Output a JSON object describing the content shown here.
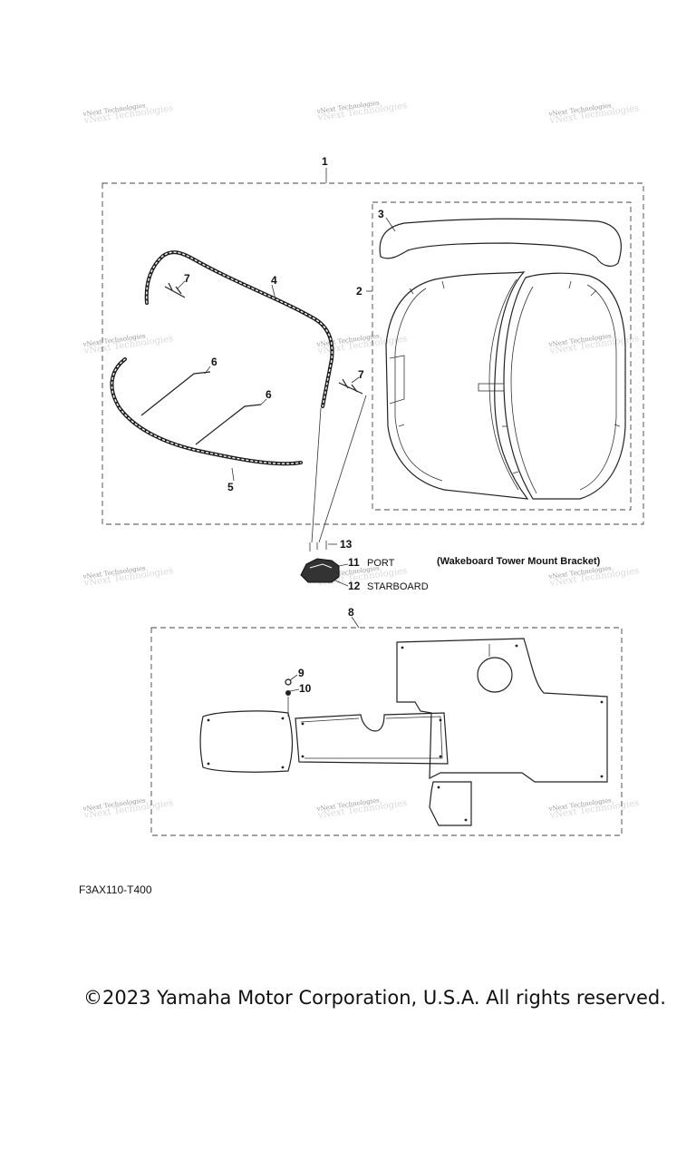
{
  "callouts": {
    "c1": "1",
    "c2": "2",
    "c3": "3",
    "c4": "4",
    "c5": "5",
    "c6a": "6",
    "c6b": "6",
    "c7a": "7",
    "c7b": "7",
    "c8": "8",
    "c9": "9",
    "c10": "10",
    "c11": "11",
    "c12": "12",
    "c13": "13"
  },
  "labels": {
    "port": "PORT",
    "starboard": "STARBOARD",
    "bracket_note": "(Wakeboard Tower Mount Bracket)"
  },
  "watermark": "vNext Technologies",
  "diagram_code": "F3AX110-T400",
  "copyright": "©2023 Yamaha Motor Corporation, U.S.A. All rights reserved."
}
